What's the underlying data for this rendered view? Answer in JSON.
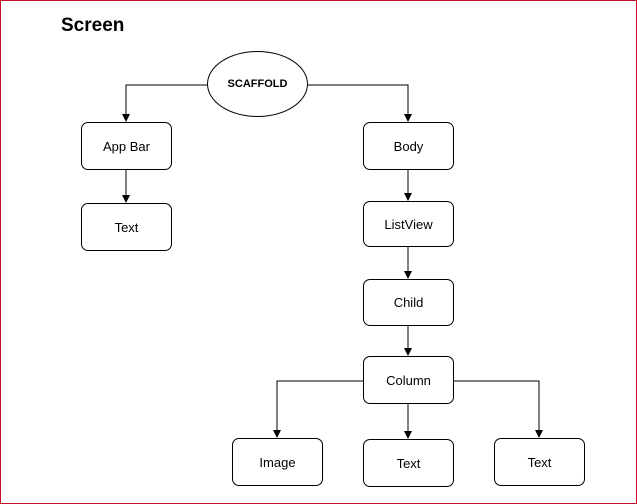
{
  "diagram": {
    "title": "Screen",
    "nodes": {
      "scaffold": "SCAFFOLD",
      "app_bar": "App Bar",
      "app_bar_text": "Text",
      "body": "Body",
      "list_view": "ListView",
      "child": "Child",
      "column": "Column",
      "image": "Image",
      "column_text_1": "Text",
      "column_text_2": "Text"
    },
    "edges": [
      {
        "from": "scaffold",
        "to": "app_bar"
      },
      {
        "from": "scaffold",
        "to": "body"
      },
      {
        "from": "app_bar",
        "to": "app_bar_text"
      },
      {
        "from": "body",
        "to": "list_view"
      },
      {
        "from": "list_view",
        "to": "child"
      },
      {
        "from": "child",
        "to": "column"
      },
      {
        "from": "column",
        "to": "image"
      },
      {
        "from": "column",
        "to": "column_text_1"
      },
      {
        "from": "column",
        "to": "column_text_2"
      }
    ]
  }
}
